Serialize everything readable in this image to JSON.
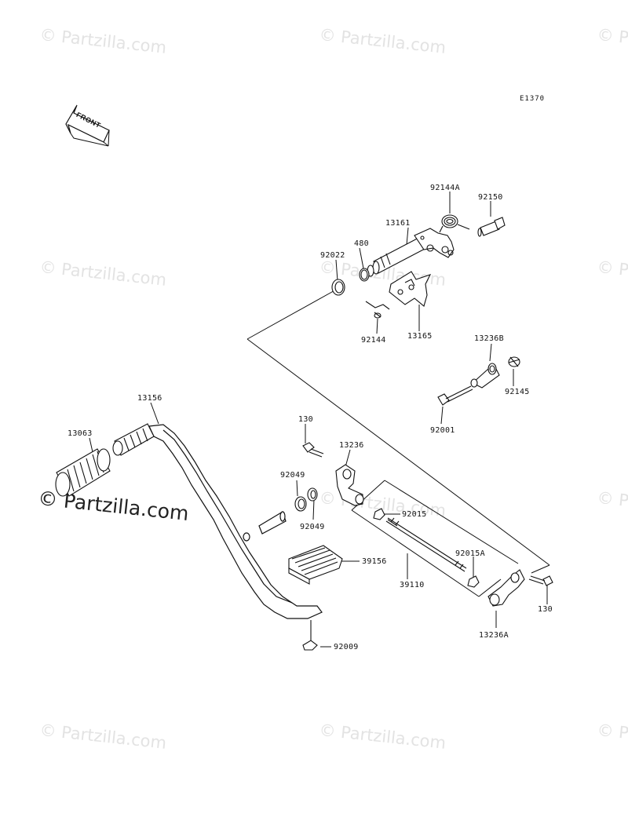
{
  "diagram_code": "E1370",
  "front_label": "FRONT",
  "watermark": {
    "text": "© Partzilla.com"
  },
  "parts": {
    "p13156": "13156",
    "p13063": "13063",
    "p92144A": "92144A",
    "p92150": "92150",
    "p13161": "13161",
    "p480": "480",
    "p92022": "92022",
    "p92144": "92144",
    "p13165": "13165",
    "p13236B": "13236B",
    "p92145": "92145",
    "p92001": "92001",
    "p130a": "130",
    "p13236": "13236",
    "p92049a": "92049",
    "p92049b": "92049",
    "p92015": "92015",
    "p92015A": "92015A",
    "p39156": "39156",
    "p39110": "39110",
    "p130b": "130",
    "p13236A": "13236A",
    "p92009": "92009"
  }
}
